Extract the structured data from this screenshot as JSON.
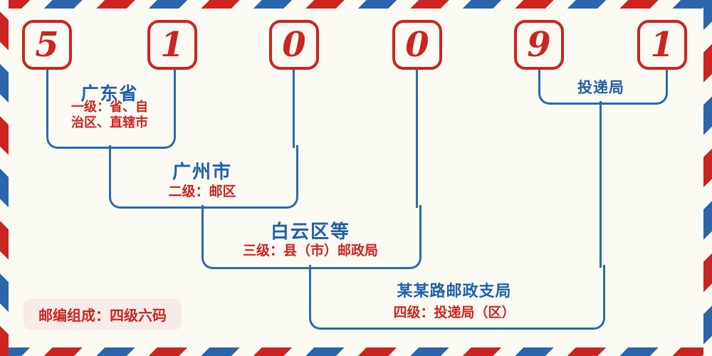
{
  "code": {
    "digits": [
      "5",
      "1",
      "0",
      "0",
      "9",
      "1"
    ]
  },
  "levels": [
    {
      "title": "广东省",
      "subtitle_line1": "一级：省、自",
      "subtitle_line2": "治区、直辖市"
    },
    {
      "title": "广州市",
      "subtitle": "二级：邮区"
    },
    {
      "title": "白云区等",
      "subtitle": "三级：县（市）邮政局"
    },
    {
      "title": "某某路邮政支局",
      "subtitle": "四级：投递局（区）"
    }
  ],
  "delivery_office": {
    "label": "投递局"
  },
  "note": {
    "text": "邮编组成：四级六码"
  },
  "colors": {
    "red": "#cc2420",
    "blue_text": "#1e5fa8",
    "blue_line": "#2b68b0",
    "stripe_blue": "#2a65ad",
    "background": "#fbfbf3",
    "note_background": "#f8ecea"
  }
}
